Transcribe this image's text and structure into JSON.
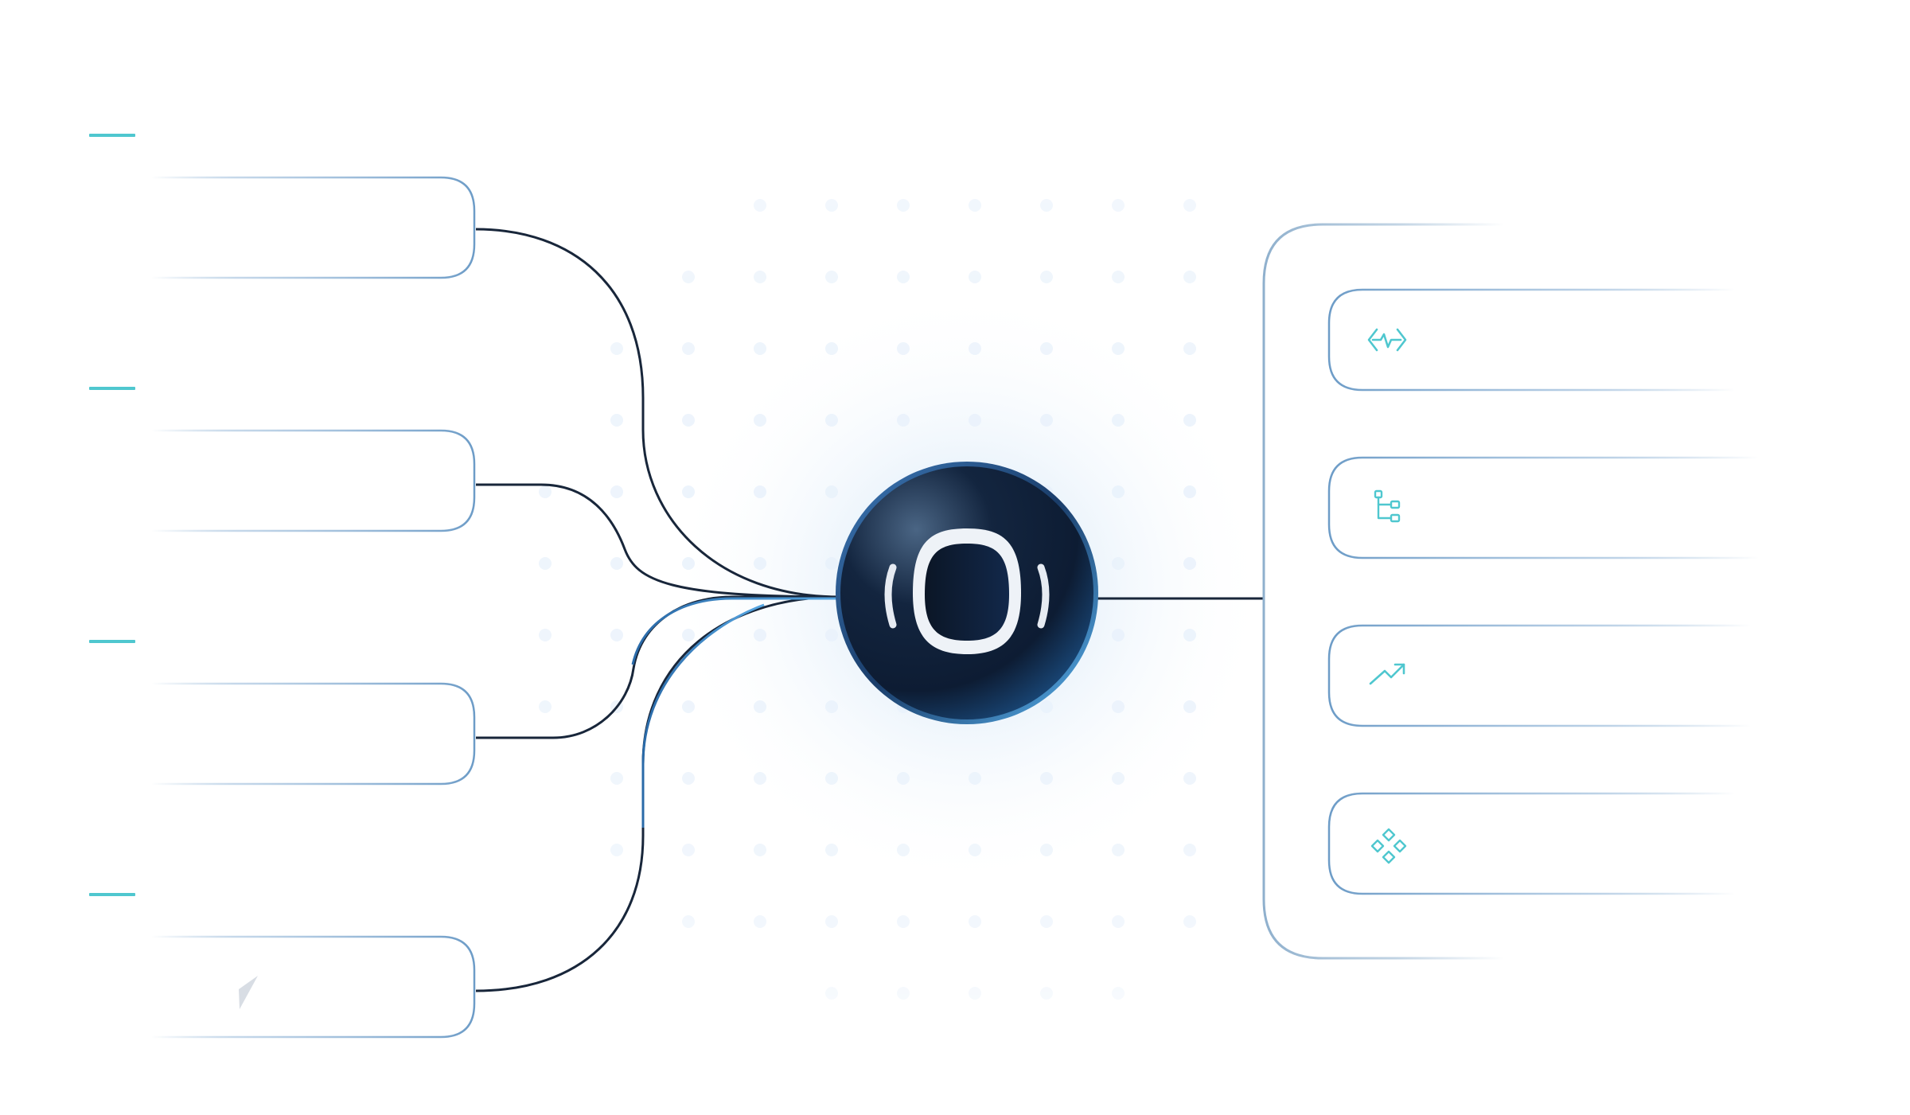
{
  "diagram": {
    "hub": {
      "icon": "astronaut-helmet-icon"
    },
    "left_sources": [
      {
        "id": "source-1",
        "label": "",
        "icon": ""
      },
      {
        "id": "source-2",
        "label": "",
        "icon": ""
      },
      {
        "id": "source-3",
        "label": "",
        "icon": ""
      },
      {
        "id": "source-4",
        "label": "",
        "icon": "partial-logo-icon"
      }
    ],
    "right_outputs": [
      {
        "id": "output-1",
        "label": "",
        "icon": "code-pulse-icon"
      },
      {
        "id": "output-2",
        "label": "",
        "icon": "hierarchy-tree-icon"
      },
      {
        "id": "output-3",
        "label": "",
        "icon": "trending-up-icon"
      },
      {
        "id": "output-4",
        "label": "",
        "icon": "component-diamonds-icon"
      }
    ]
  },
  "colors": {
    "accent_teal": "#4fc7cf",
    "card_border": "#6d9cc7",
    "connector_dark": "#18263a",
    "hub_dark": "#0e1d33",
    "hub_ring": "#5ea9df",
    "dot_grid": "#e8f1fb"
  }
}
